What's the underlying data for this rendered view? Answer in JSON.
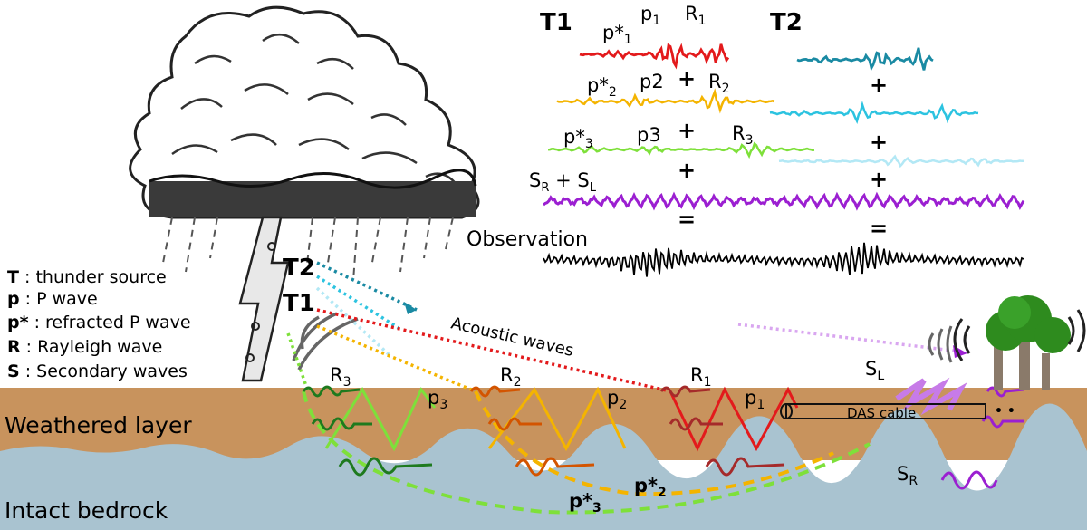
{
  "colors": {
    "weathered": "#c8935d",
    "bedrock": "#a9c3d0",
    "red": "#e31a1c",
    "orange": "#f4b400",
    "green": "#7ee03a",
    "purple": "#9b1fd1",
    "teal_dark": "#1a8aa3",
    "teal_mid": "#2cc3e0",
    "teal_light": "#b3e8f5",
    "black": "#000000"
  },
  "layers": {
    "weathered": "Weathered layer",
    "bedrock": "Intact bedrock"
  },
  "sources": {
    "t1": "T1",
    "t2": "T2"
  },
  "legend": [
    {
      "key": "T",
      "desc": " : thunder source"
    },
    {
      "key": "p",
      "desc": " : P wave"
    },
    {
      "key": "p*",
      "desc": " : refracted P wave"
    },
    {
      "key": "R",
      "desc": " : Rayleigh wave"
    },
    {
      "key": "S",
      "desc": " : Secondary waves"
    }
  ],
  "seismograms": {
    "t1_title": "T1",
    "t2_title": "T2",
    "row1": {
      "pstar": "p*",
      "pstar_sub": "1",
      "p": "p",
      "p_sub": "1",
      "r": "R",
      "r_sub": "1"
    },
    "row2": {
      "pstar": "p*",
      "pstar_sub": "2",
      "p": "p2",
      "r": "R",
      "r_sub": "2"
    },
    "row3": {
      "pstar": "p*",
      "pstar_sub": "3",
      "p": "p3",
      "r": "R",
      "r_sub": "3"
    },
    "secondary": {
      "sr": "S",
      "sr_sub": "R",
      "plus": " + ",
      "sl": "S",
      "sl_sub": "L"
    },
    "observation": "Observation",
    "plus": "+",
    "equals": "="
  },
  "annotations": {
    "acoustic": "Acoustic waves",
    "das_cable": "DAS cable",
    "dots": "• •",
    "r3": "R",
    "r3_sub": "3",
    "r2": "R",
    "r2_sub": "2",
    "r1": "R",
    "r1_sub": "1",
    "p3": "p",
    "p3_sub": "3",
    "p2": "p",
    "p2_sub": "2",
    "p1": "p",
    "p1_sub": "1",
    "sl": "S",
    "sl_sub": "L",
    "sr": "S",
    "sr_sub": "R",
    "pstar3": "p*",
    "pstar3_sub": "3",
    "pstar2": "p*",
    "pstar2_sub": "2"
  }
}
